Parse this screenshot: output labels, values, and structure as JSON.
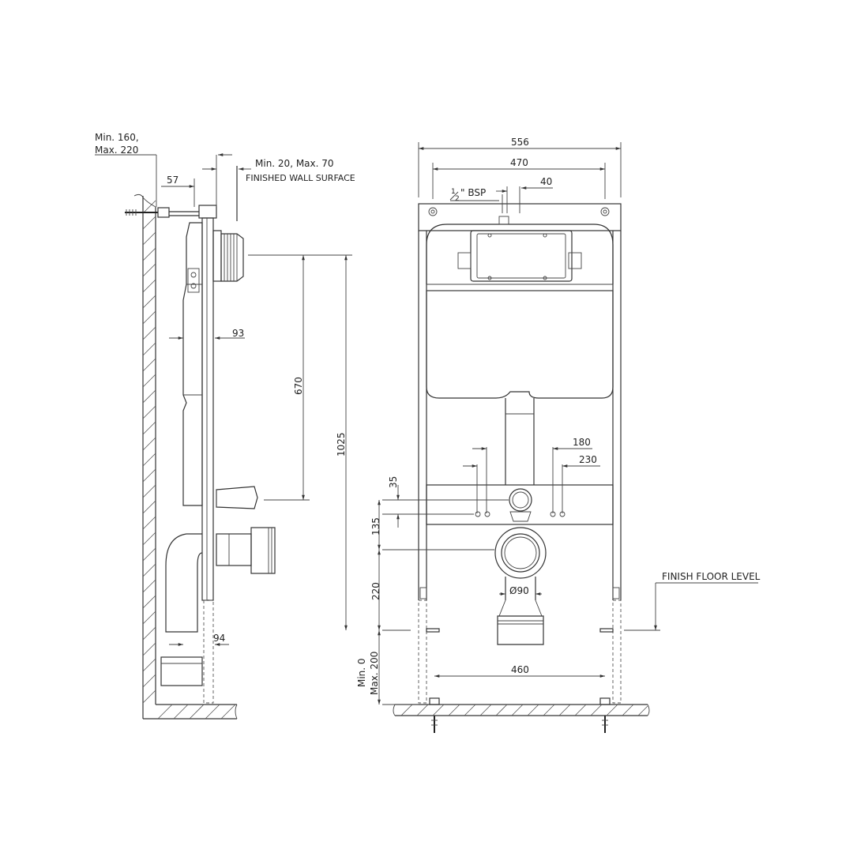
{
  "side_view": {
    "wall_offset_label": [
      "Min. 160,",
      "Max. 220"
    ],
    "dim_57": "57",
    "wall_gap_label": "Min. 20, Max. 70",
    "finished_wall_label": "FINISHED WALL SURFACE",
    "dim_93": "93",
    "dim_670": "670",
    "dim_1025": "1025",
    "dim_94": "94"
  },
  "front_view": {
    "dim_556": "556",
    "dim_470": "470",
    "dim_40": "40",
    "bsp_fraction_num": "1",
    "bsp_fraction_den": "2",
    "bsp_label": "\" BSP",
    "dim_180": "180",
    "dim_230": "230",
    "dim_35": "35",
    "dim_135": "135",
    "dim_220": "220",
    "dim_90": "Ø90",
    "floor_range_label": [
      "Min. 0",
      "Max. 200"
    ],
    "dim_460": "460",
    "finish_floor_label": "FINISH FLOOR LEVEL"
  }
}
